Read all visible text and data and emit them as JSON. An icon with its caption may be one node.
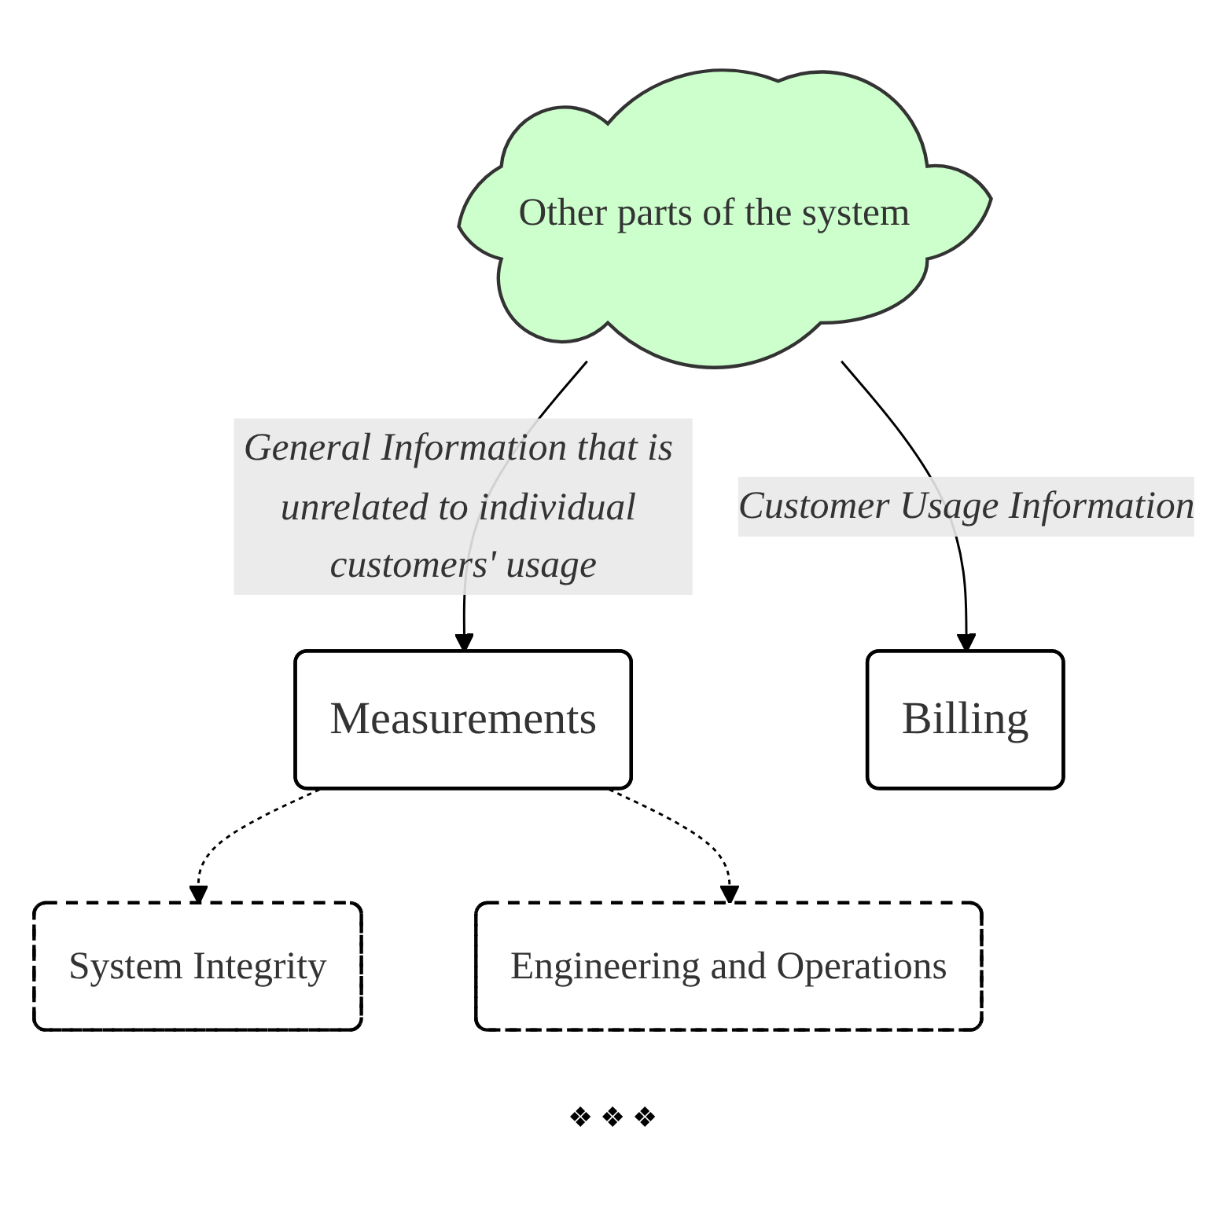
{
  "diagram": {
    "nodes": [
      {
        "text": [
          "Other parts of the system"
        ]
      },
      {
        "text": [
          "Measurements"
        ]
      },
      {
        "text": [
          "Billing"
        ]
      },
      {
        "text": [
          "System Integrity"
        ]
      },
      {
        "text": [
          "Engineering and Operations"
        ]
      }
    ],
    "edges": [
      {
        "from": 0,
        "to": 1,
        "arrow": "to",
        "label": "General Information that is unrelated to individual customers' usage"
      },
      {
        "from": 0,
        "to": 2,
        "arrow": "to",
        "label": "Customer Usage Information"
      },
      {
        "from": 1,
        "to": 3,
        "arrow": "to",
        "style": "dashed"
      },
      {
        "from": 1,
        "to": 4,
        "arrow": "to",
        "style": "dashed"
      }
    ],
    "labels": [
      "❖ ❖ ❖"
    ]
  }
}
